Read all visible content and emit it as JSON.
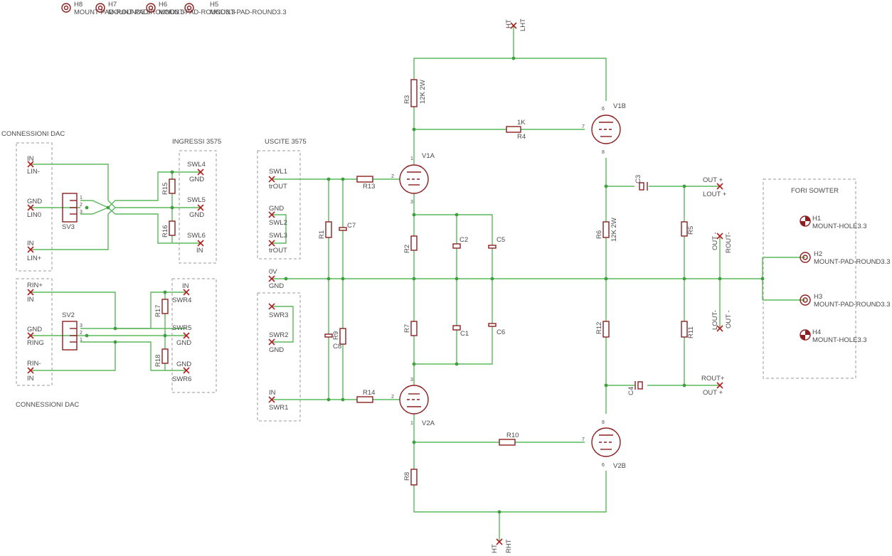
{
  "mount_holes_top": [
    {
      "ref": "H8",
      "value": "MOUNT-PAD-ROUND3.3"
    },
    {
      "ref": "H7",
      "value": "MOUNT-PAD-ROUND3.3"
    },
    {
      "ref": "H6",
      "value": "MOUNT-PAD-ROUND3.3"
    },
    {
      "ref": "H5",
      "value": "MOUNT-PAD-ROUND3.3"
    }
  ],
  "frames": {
    "connessioni_dac_top": "CONNESSIONI DAC",
    "connessioni_dac_bottom": "CONNESSIONI DAC",
    "ingressi": "INGRESSI 3575",
    "uscite": "USCITE 3575",
    "fori": "FORI SOWTER"
  },
  "connectors_left": {
    "sv3": {
      "ref": "SV3",
      "pins": [
        "1",
        "2",
        "3"
      ]
    },
    "sv2": {
      "ref": "SV2",
      "pins": [
        "3",
        "2",
        "1"
      ]
    },
    "lin_minus": {
      "name": "IN",
      "net": "LIN-"
    },
    "lin0": {
      "name": "GND",
      "net": "LIN0"
    },
    "lin_plus": {
      "name": "IN",
      "net": "LIN+"
    },
    "rin_plus": {
      "name": "RIN+",
      "net": "IN"
    },
    "ring": {
      "name": "GND",
      "net": "RING"
    },
    "rin_minus": {
      "name": "RIN-",
      "net": "IN"
    }
  },
  "ingressi_pads": {
    "swl4": {
      "name": "SWL4",
      "net": "GND"
    },
    "swl5": {
      "name": "SWL5",
      "net": "GND"
    },
    "swl6": {
      "name": "SWL6",
      "net": "IN"
    },
    "swr4": {
      "name": "IN",
      "net": "SWR4"
    },
    "swr5": {
      "name": "SWR5",
      "net": "GND"
    },
    "swr6": {
      "name": "GND",
      "net": "SWR6"
    }
  },
  "uscite_pads": {
    "swl1": {
      "name": "SWL1",
      "net": "trOUT"
    },
    "swl2": {
      "name": "GND",
      "net": "SWL2"
    },
    "swl3": {
      "name": "SWL3",
      "net": "trOUT"
    },
    "zero_v": {
      "name": "0V",
      "net": "GND"
    },
    "swr3": {
      "name": "SWR3"
    },
    "swr2": {
      "name": "SWR2",
      "net": "GND"
    },
    "swr1": {
      "name": "IN",
      "net": "SWR1"
    }
  },
  "resistors": {
    "r15": "R15",
    "r16": "R16",
    "r17": "R17",
    "r18": "R18",
    "r13": "R13",
    "r14": "R14",
    "r1": "R1",
    "r9": "R9",
    "r2": "R2",
    "r7": "R7",
    "r8": "R8",
    "r3": {
      "ref": "R3",
      "value": "12K 2W"
    },
    "r4": {
      "ref": "R4",
      "value": "1K"
    },
    "r10": "R10",
    "r5": "R5",
    "r11": "R11",
    "r6": {
      "ref": "R6",
      "value": "12K 2W"
    },
    "r12": "R12"
  },
  "capacitors": {
    "c7": "C7",
    "c8": "C8",
    "c2": "C2",
    "c1": "C1",
    "c5": "C5",
    "c6": "C6",
    "c3": "C3",
    "c4": "C4"
  },
  "tubes": {
    "v1a": {
      "ref": "V1A",
      "pins": [
        "1",
        "2",
        "3"
      ]
    },
    "v2a": {
      "ref": "V2A",
      "pins": [
        "3",
        "2",
        "1"
      ]
    },
    "v1b": {
      "ref": "V1B",
      "pins": [
        "6",
        "7",
        "8"
      ]
    },
    "v2b": {
      "ref": "V2B",
      "pins": [
        "8",
        "7",
        "6"
      ]
    }
  },
  "supply": {
    "ht_top": "HT",
    "lht": "LHT",
    "ht_bottom": "HT",
    "rht": "RHT"
  },
  "outputs": {
    "out_plus_l": {
      "name": "OUT +",
      "net": "LOUT +"
    },
    "out_minus_l": {
      "name": "OUT -",
      "net": "ROUT-"
    },
    "lout_minus": {
      "name": "LOUT-",
      "net": "OUT -"
    },
    "rout_plus": {
      "name": "ROUT+",
      "net": "OUT +"
    }
  },
  "fori": [
    {
      "ref": "H1",
      "value": "MOUNT-HOLE3.3"
    },
    {
      "ref": "H2",
      "value": "MOUNT-PAD-ROUND3.3"
    },
    {
      "ref": "H3",
      "value": "MOUNT-PAD-ROUND3.3"
    },
    {
      "ref": "H4",
      "value": "MOUNT-HOLE3.3"
    }
  ],
  "colors": {
    "wire": "#5cb85c",
    "component": "#8b1f1f",
    "connector_x": "#b02020",
    "frame": "#9a9a9a",
    "text": "#4a4a4a"
  }
}
